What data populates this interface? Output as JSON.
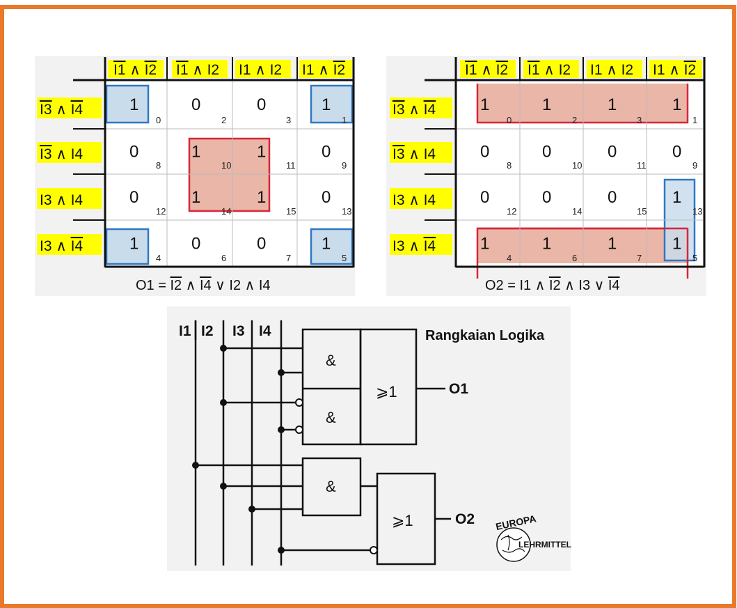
{
  "kmap_left": {
    "col_headers": [
      {
        "a": "I1",
        "a_bar": true,
        "b": "I2",
        "b_bar": true
      },
      {
        "a": "I1",
        "a_bar": true,
        "b": "I2",
        "b_bar": false
      },
      {
        "a": "I1",
        "a_bar": false,
        "b": "I2",
        "b_bar": false
      },
      {
        "a": "I1",
        "a_bar": false,
        "b": "I2",
        "b_bar": true
      }
    ],
    "row_headers": [
      {
        "a": "I3",
        "a_bar": true,
        "b": "I4",
        "b_bar": true
      },
      {
        "a": "I3",
        "a_bar": true,
        "b": "I4",
        "b_bar": false
      },
      {
        "a": "I3",
        "a_bar": false,
        "b": "I4",
        "b_bar": false
      },
      {
        "a": "I3",
        "a_bar": false,
        "b": "I4",
        "b_bar": true
      }
    ],
    "values": [
      [
        "1",
        "0",
        "0",
        "1"
      ],
      [
        "0",
        "1",
        "1",
        "0"
      ],
      [
        "0",
        "1",
        "1",
        "0"
      ],
      [
        "1",
        "0",
        "0",
        "1"
      ]
    ],
    "indices": [
      [
        "0",
        "2",
        "3",
        "1"
      ],
      [
        "8",
        "10",
        "11",
        "9"
      ],
      [
        "12",
        "14",
        "15",
        "13"
      ],
      [
        "4",
        "6",
        "7",
        "5"
      ]
    ],
    "equation": {
      "lhs": "O1",
      "t1a": "I2",
      "t1b": "I4",
      "t2a": "I2",
      "t2b": "I4"
    }
  },
  "kmap_right": {
    "values": [
      [
        "1",
        "1",
        "1",
        "1"
      ],
      [
        "0",
        "0",
        "0",
        "0"
      ],
      [
        "0",
        "0",
        "0",
        "1"
      ],
      [
        "1",
        "1",
        "1",
        "1"
      ]
    ],
    "indices": [
      [
        "0",
        "2",
        "3",
        "1"
      ],
      [
        "8",
        "10",
        "11",
        "9"
      ],
      [
        "12",
        "14",
        "15",
        "13"
      ],
      [
        "4",
        "6",
        "7",
        "5"
      ]
    ],
    "equation": {
      "lhs": "O2",
      "t1a": "I1",
      "t1b": "I2",
      "t1c": "I3",
      "t2": "I4"
    }
  },
  "circuit": {
    "title": "Rangkaian Logika",
    "inputs": [
      "I1",
      "I2",
      "I3",
      "I4"
    ],
    "gate_and": "&",
    "gate_or": "⩾1",
    "outputs": [
      "O1",
      "O2"
    ]
  },
  "logo": {
    "top": "EUROPA",
    "bottom": "LEHRMITTEL"
  },
  "colors": {
    "border": "#e87a2a",
    "highlight": "#ffff00",
    "blue_fill": "#c9dcec",
    "blue_stroke": "#2f78c4",
    "red_fill": "#e9b6a7",
    "red_stroke": "#d6263a"
  }
}
